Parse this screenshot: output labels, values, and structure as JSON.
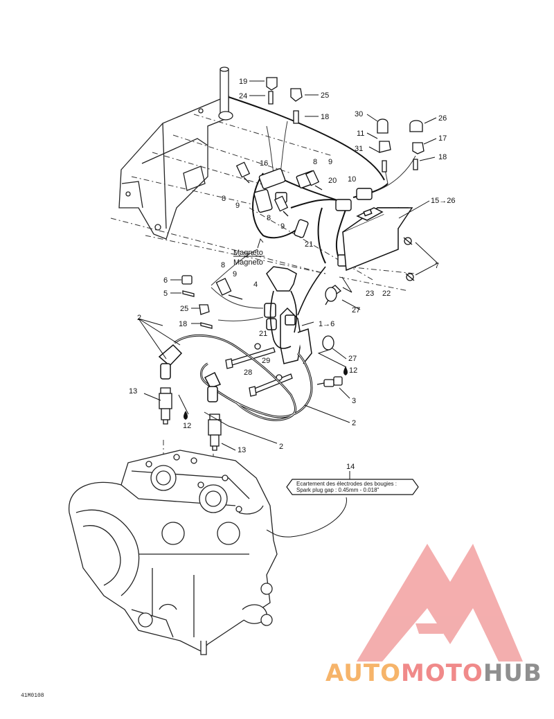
{
  "diagram": {
    "doc_id": "41M0108",
    "magneto_label_top": "Magneto",
    "magneto_label_bottom": "Magneto",
    "spark_gap_note_fr": "Ecartement des électrodes des bougies :",
    "spark_gap_note_en": "Spark plug gap :   0.45mm - 0.018\"",
    "callouts": [
      {
        "id": "c19",
        "text": "19"
      },
      {
        "id": "c24",
        "text": "24"
      },
      {
        "id": "c25a",
        "text": "25"
      },
      {
        "id": "c18a",
        "text": "18"
      },
      {
        "id": "c30",
        "text": "30"
      },
      {
        "id": "c26",
        "text": "26"
      },
      {
        "id": "c11",
        "text": "11"
      },
      {
        "id": "c17",
        "text": "17"
      },
      {
        "id": "c31",
        "text": "31"
      },
      {
        "id": "c18b",
        "text": "18"
      },
      {
        "id": "c16",
        "text": "16"
      },
      {
        "id": "c8a",
        "text": "8"
      },
      {
        "id": "c9a",
        "text": "9"
      },
      {
        "id": "c20",
        "text": "20"
      },
      {
        "id": "c10",
        "text": "10"
      },
      {
        "id": "c8b",
        "text": "8"
      },
      {
        "id": "c9b",
        "text": "9"
      },
      {
        "id": "c8c",
        "text": "8"
      },
      {
        "id": "c9c",
        "text": "9"
      },
      {
        "id": "c15",
        "text": "15→26"
      },
      {
        "id": "c21a",
        "text": "21"
      },
      {
        "id": "c7",
        "text": "7"
      },
      {
        "id": "c8d",
        "text": "8"
      },
      {
        "id": "c9d",
        "text": "9"
      },
      {
        "id": "c6",
        "text": "6"
      },
      {
        "id": "c4",
        "text": "4"
      },
      {
        "id": "c5",
        "text": "5"
      },
      {
        "id": "c23",
        "text": "23"
      },
      {
        "id": "c22",
        "text": "22"
      },
      {
        "id": "c25b",
        "text": "25"
      },
      {
        "id": "c27a",
        "text": "27"
      },
      {
        "id": "c18c",
        "text": "18"
      },
      {
        "id": "c21b",
        "text": "21"
      },
      {
        "id": "c1to6",
        "text": "1→6"
      },
      {
        "id": "c2a",
        "text": "2"
      },
      {
        "id": "c29",
        "text": "29"
      },
      {
        "id": "c27b",
        "text": "27"
      },
      {
        "id": "c28",
        "text": "28"
      },
      {
        "id": "c12a",
        "text": "12"
      },
      {
        "id": "c13a",
        "text": "13"
      },
      {
        "id": "c3",
        "text": "3"
      },
      {
        "id": "c12b",
        "text": "12"
      },
      {
        "id": "c2b",
        "text": "2"
      },
      {
        "id": "c2c",
        "text": "2"
      },
      {
        "id": "c13b",
        "text": "13"
      },
      {
        "id": "c14",
        "text": "14"
      }
    ]
  },
  "watermark": {
    "part1": "AUTO",
    "part2": "MOTO",
    "part3": "HUB",
    "colors": {
      "part1": "#f6b46a",
      "part2": "#f08a8a",
      "part3": "#8f8f8f",
      "logo": "#f2a0a0"
    }
  }
}
